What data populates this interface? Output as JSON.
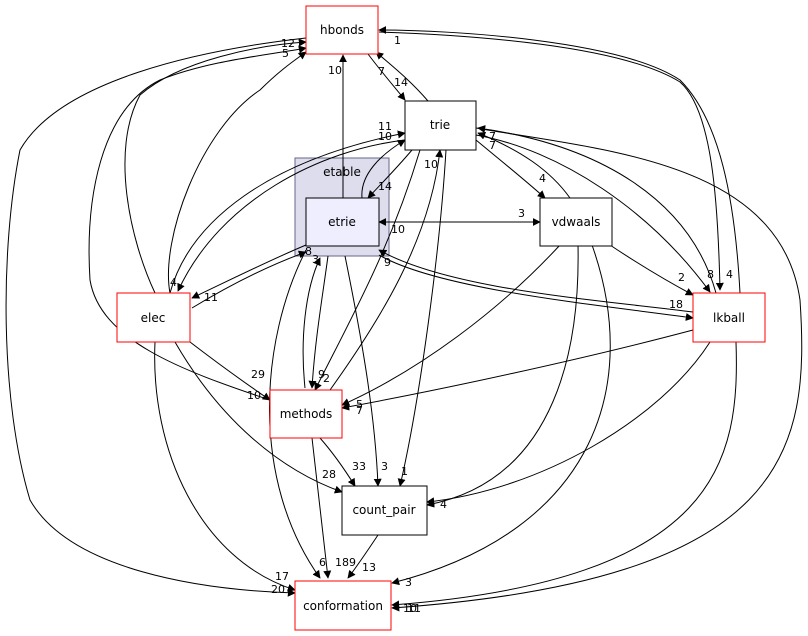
{
  "cluster": {
    "label": "etable"
  },
  "nodes": {
    "hbonds": "hbonds",
    "trie": "trie",
    "etrie": "etrie",
    "vdwaals": "vdwaals",
    "elec": "elec",
    "lkball": "lkball",
    "methods": "methods",
    "count_pair": "count_pair",
    "conformation": "conformation"
  },
  "edge_labels": [
    "1",
    "12",
    "5",
    "10",
    "7",
    "14",
    "11",
    "10",
    "14",
    "10",
    "7",
    "7",
    "4",
    "3",
    "10",
    "8",
    "9",
    "3",
    "4",
    "11",
    "2",
    "8",
    "4",
    "18",
    "29",
    "9",
    "2",
    "10",
    "5",
    "7",
    "33",
    "28",
    "3",
    "1",
    "4",
    "6",
    "189",
    "13",
    "17",
    "20",
    "3",
    "10",
    "11"
  ],
  "colors": {
    "node_red": "#ff0000",
    "node_black": "#000000",
    "cluster_fill": "#ddddee",
    "cluster_stroke": "#666688",
    "etrie_fill": "#eeeeff",
    "edge": "#000000"
  }
}
